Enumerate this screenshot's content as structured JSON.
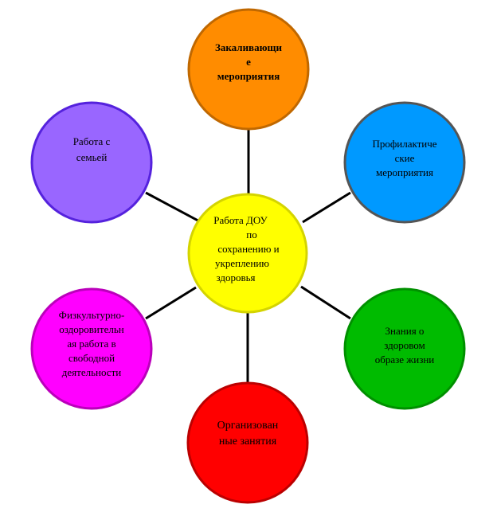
{
  "center": {
    "lines": [
      "Работа ДОУ",
      "по",
      "сохранению и",
      "укреплению",
      "здоровья"
    ],
    "color": "#ffff00",
    "border": "#d4d400"
  },
  "nodes": [
    {
      "id": "zakalivayushchie",
      "lines": [
        "Закаливающи",
        "е",
        "мероприятия"
      ],
      "color": "#ff8c00",
      "border": "#c06800",
      "bold": true
    },
    {
      "id": "profilakticheskie",
      "lines": [
        "Профилактиче",
        "ские",
        "мероприятия"
      ],
      "color": "#0099ff",
      "border": "#555555",
      "bold": false
    },
    {
      "id": "znaniya",
      "lines": [
        "Знания о",
        "здоровом",
        "образе жизни"
      ],
      "color": "#00bb00",
      "border": "#009000",
      "bold": false
    },
    {
      "id": "organizovannye",
      "lines": [
        "Организован",
        "ные  занятия"
      ],
      "color": "#ff0000",
      "border": "#bb0000",
      "bold": false,
      "big": true
    },
    {
      "id": "fizkultura",
      "lines": [
        "Физкультурно-",
        "оздоровительн",
        "ая работа в",
        "свободной",
        "деятельности"
      ],
      "color": "#ff00ff",
      "border": "#bb00bb",
      "bold": false
    },
    {
      "id": "semya",
      "lines": [
        "Работа с",
        "семьей"
      ],
      "color": "#9966ff",
      "border": "#5522dd",
      "bold": false
    }
  ]
}
